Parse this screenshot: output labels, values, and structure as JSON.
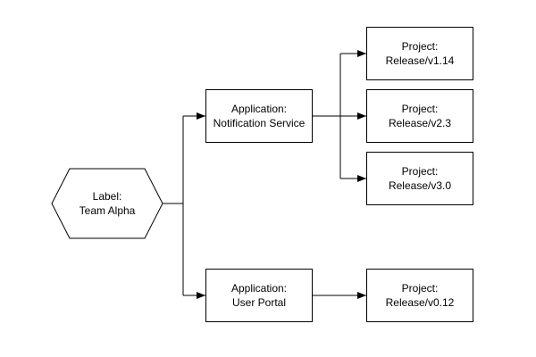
{
  "diagram": {
    "type": "flowchart",
    "colors": {
      "background": "#ffffff",
      "stroke": "#000000",
      "text": "#000000",
      "node-fill": "#ffffff"
    },
    "nodes": {
      "team_alpha": {
        "shape": "hexagon",
        "line1": "Label:",
        "line2": "Team Alpha"
      },
      "notification_service": {
        "shape": "rectangle",
        "line1": "Application:",
        "line2": "Notification Service"
      },
      "user_portal": {
        "shape": "rectangle",
        "line1": "Application:",
        "line2": "User Portal"
      },
      "release_v1_14": {
        "shape": "rectangle",
        "line1": "Project:",
        "line2": "Release/v1.14"
      },
      "release_v2_3": {
        "shape": "rectangle",
        "line1": "Project:",
        "line2": "Release/v2.3"
      },
      "release_v3_0": {
        "shape": "rectangle",
        "line1": "Project:",
        "line2": "Release/v3.0"
      },
      "release_v0_12": {
        "shape": "rectangle",
        "line1": "Project:",
        "line2": "Release/v0.12"
      }
    },
    "edges": [
      {
        "from": "team_alpha",
        "to": "notification_service"
      },
      {
        "from": "team_alpha",
        "to": "user_portal"
      },
      {
        "from": "notification_service",
        "to": "release_v1_14"
      },
      {
        "from": "notification_service",
        "to": "release_v2_3"
      },
      {
        "from": "notification_service",
        "to": "release_v3_0"
      },
      {
        "from": "user_portal",
        "to": "release_v0_12"
      }
    ]
  }
}
